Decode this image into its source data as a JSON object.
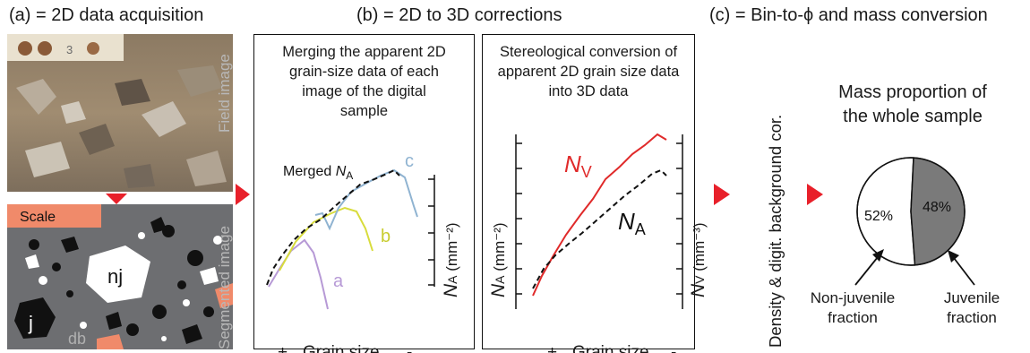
{
  "headers": {
    "a": "(a) = 2D data acquisition",
    "b": "(b) = 2D to 3D corrections",
    "c": "(c) = Bin-to-ϕ and mass conversion"
  },
  "panel_a": {
    "field_label": "Field image",
    "segmented_label": "Segmented image",
    "scale_label": "Scale",
    "nj_label": "nj",
    "j_label": "j",
    "db_label": "db",
    "tag_number": "3"
  },
  "panel_b1": {
    "title_lines": [
      "Merging the apparent 2D",
      "grain-size data of each",
      "image of the digital",
      "sample"
    ],
    "merged_text": "Merged",
    "merged_symbol": "N",
    "merged_sub": "A",
    "curve_labels": {
      "a": "a",
      "b": "b",
      "c": "c"
    },
    "y_axis_symbol": "N",
    "y_axis_sub": "A",
    "y_axis_unit": "(mm⁻²)",
    "x_plus": "+",
    "x_label": "Grain size",
    "x_minus": "-"
  },
  "panel_b2": {
    "title_lines": [
      "Stereological conversion of",
      "apparent 2D grain size data",
      "into 3D data"
    ],
    "left_axis_symbol": "N",
    "left_axis_sub": "A",
    "left_axis_unit": "(mm⁻²)",
    "right_axis_symbol": "N",
    "right_axis_sub": "V",
    "right_axis_unit": "(mm⁻³)",
    "nv_symbol": "N",
    "nv_sub": "V",
    "na_symbol": "N",
    "na_sub": "A",
    "x_plus": "+",
    "x_label": "Grain size",
    "x_minus": "-"
  },
  "panel_c": {
    "vertical_label": "Density & digit. background cor.",
    "pie_title_lines": [
      "Mass proportion of",
      "the whole sample"
    ],
    "pie_slices": [
      {
        "label": "52%",
        "value": 52,
        "color": "#ffffff"
      },
      {
        "label": "48%",
        "value": 48,
        "color": "#7a7a7a"
      }
    ],
    "non_juvenile_lines": [
      "Non-juvenile",
      "fraction"
    ],
    "juvenile_lines": [
      "Juvenile",
      "fraction"
    ]
  },
  "colors": {
    "arrow_red": "#e8202a",
    "curve_a": "#b79ad6",
    "curve_b": "#d8dc3c",
    "curve_c": "#8fb3d1",
    "nv_red": "#e02a2a",
    "merged_black": "#111111",
    "scale_salmon": "#f08a6a",
    "seg_gray": "#6d6e71"
  }
}
